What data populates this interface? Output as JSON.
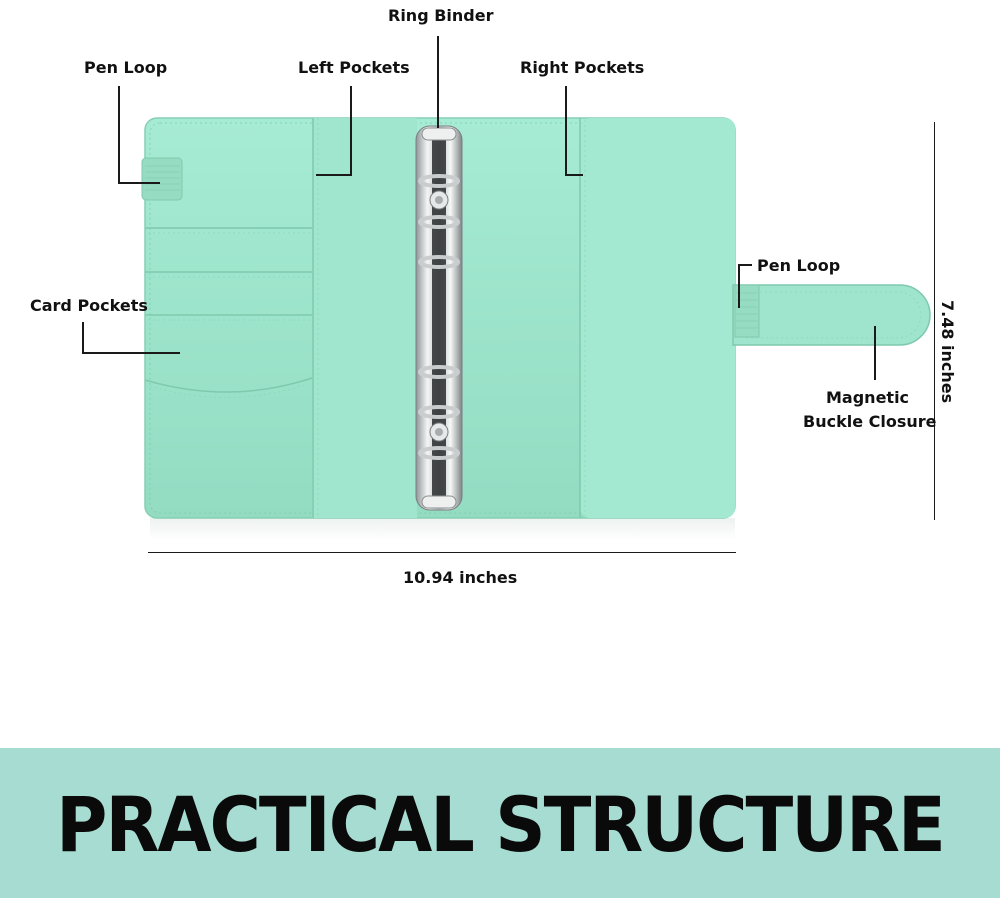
{
  "labels": {
    "ring_binder": "Ring Binder",
    "pen_loop_left": "Pen Loop",
    "left_pockets": "Left Pockets",
    "right_pockets": "Right Pockets",
    "card_pockets": "Card Pockets",
    "pen_loop_right": "Pen Loop",
    "magnetic_line1": "Magnetic",
    "magnetic_line2": "Buckle Closure"
  },
  "dimensions": {
    "width": "10.94 inches",
    "height": "7.48 inches"
  },
  "banner": {
    "title": "PRACTICAL STRUCTURE"
  },
  "colors": {
    "binder_mint": "#9ee3cc",
    "banner_bg": "#a7dcd2",
    "text": "#111111"
  }
}
